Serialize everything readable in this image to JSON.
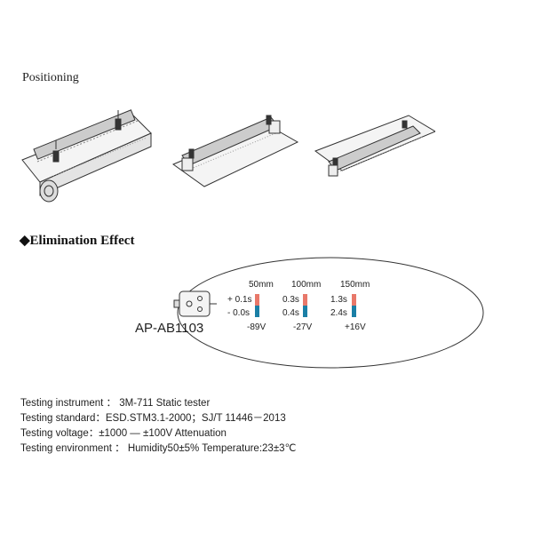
{
  "positioning": {
    "title": "Positioning"
  },
  "elimination": {
    "title": "Elimination Effect",
    "bullet": "◆",
    "device_label": "AP-AB1103",
    "columns": [
      {
        "distance": "50mm",
        "top_time": "+ 0.1s",
        "bottom_time": "- 0.0s",
        "voltage": "-89V"
      },
      {
        "distance": "100mm",
        "top_time": "0.3s",
        "bottom_time": "0.4s",
        "voltage": "-27V"
      },
      {
        "distance": "150mm",
        "top_time": "1.3s",
        "bottom_time": "2.4s",
        "voltage": "+16V"
      }
    ],
    "colors": {
      "positive_bar": "#e8786a",
      "negative_bar": "#1a7fa6"
    }
  },
  "specs": [
    {
      "label": "Testing instrument",
      "sep": "：",
      "value": "3M-711 Static tester"
    },
    {
      "label": "Testing standard",
      "sep": "：",
      "value": "ESD.STM3.1-2000；SJ/T 11446－2013"
    },
    {
      "label": "Testing voltage",
      "sep": "：",
      "value": "±1000 — ±100V Attenuation"
    },
    {
      "label": "Testing environment",
      "sep": "：",
      "value": "Humidity50±5%   Temperature:23±3℃"
    }
  ]
}
